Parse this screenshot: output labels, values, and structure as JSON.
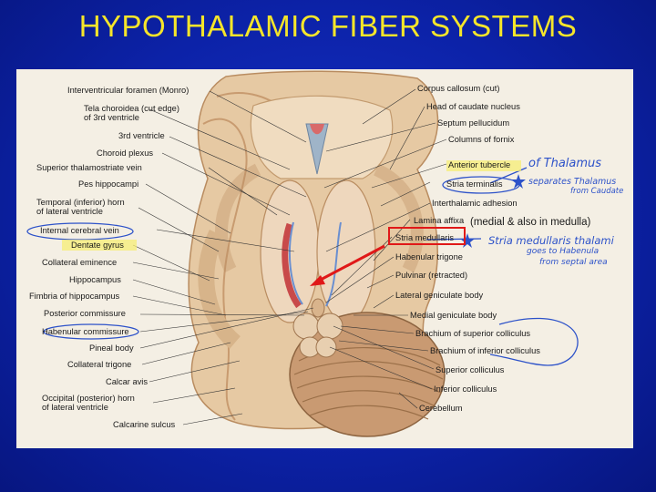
{
  "slide": {
    "title": "HYPOTHALAMIC FIBER SYSTEMS",
    "annotation": "(medial & also in medulla)"
  },
  "left_labels": [
    "Interventricular foramen (Monro)",
    "Tela choroidea (cut edge)",
    "of 3rd ventricle",
    "3rd ventricle",
    "Choroid plexus",
    "Superior thalamostriate vein",
    "Pes hippocampi",
    "Temporal (inferior) horn",
    "of lateral ventricle",
    "Internal cerebral vein",
    "Dentate gyrus",
    "Collateral eminence",
    "Hippocampus",
    "Fimbria of hippocampus",
    "Posterior commissure",
    "Habenular commissure",
    "Pineal body",
    "Collateral trigone",
    "Calcar avis",
    "Occipital (posterior) horn",
    "of lateral ventricle",
    "Calcarine sulcus"
  ],
  "right_labels": [
    "Corpus callosum (cut)",
    "Head of caudate nucleus",
    "Septum pellucidum",
    "Columns of fornix",
    "Anterior tubercle",
    "Stria terminalis",
    "Interthalamic adhesion",
    "Lamina affixa",
    "Stria medullaris",
    "Habenular trigone",
    "Pulvinar (retracted)",
    "Lateral geniculate body",
    "Medial geniculate body",
    "Brachium of superior colliculus",
    "Brachium of inferior colliculus",
    "Superior colliculus",
    "Inferior colliculus",
    "Cerebellum"
  ],
  "handwriting": {
    "of_thalamus": "of Thalamus",
    "separates_1": "separates Thalamus",
    "separates_2": "from Caudate",
    "sm_1": "Stria medullaris thalami",
    "sm_2": "goes to Habenula",
    "sm_3": "from septal area"
  },
  "colors": {
    "background": "#0c22a8",
    "title": "#f5e52a",
    "highlight_box": "#e01818",
    "arrow": "#e01818",
    "handwriting": "#2d52c9"
  }
}
